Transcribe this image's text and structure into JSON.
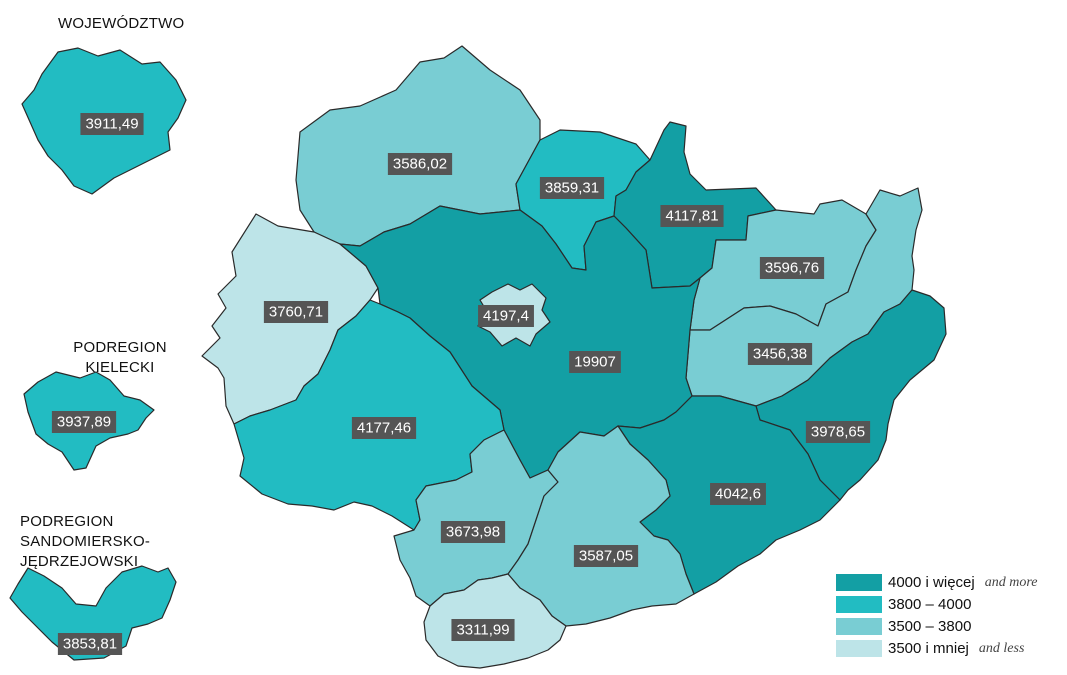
{
  "colors": {
    "class_4000_more": "#139fa4",
    "class_3800_4000": "#22bcc2",
    "class_3500_3800": "#79cdd3",
    "class_3500_less": "#bde4e8",
    "label_bg": "#555555"
  },
  "insets": [
    {
      "title": "WOJEWÓDZTWO",
      "value": "3911,49",
      "class": "class_3800_4000"
    },
    {
      "title": "PODREGION KIELECKI",
      "value": "3937,89",
      "class": "class_3800_4000"
    },
    {
      "title": "PODREGION SANDOMIERSKO-JĘDRZEJOWSKI",
      "value": "3853,81",
      "class": "class_3800_4000"
    }
  ],
  "regions": [
    {
      "value": "3586,02",
      "class": "class_3500_3800"
    },
    {
      "value": "3859,31",
      "class": "class_3800_4000"
    },
    {
      "value": "4117,81",
      "class": "class_4000_more"
    },
    {
      "value": "3596,76",
      "class": "class_3500_3800"
    },
    {
      "value": "3760,71",
      "class": "class_3500_3800"
    },
    {
      "value": "19907",
      "class": "class_3500_less"
    },
    {
      "value": "4197,4",
      "class": "class_4000_more"
    },
    {
      "value": "3456,38",
      "class": "class_3500_less"
    },
    {
      "value": "3978,65",
      "class": "class_3800_4000"
    },
    {
      "value": "4177,46",
      "class": "class_4000_more"
    },
    {
      "value": "4042,6",
      "class": "class_4000_more"
    },
    {
      "value": "3673,98",
      "class": "class_3500_3800"
    },
    {
      "value": "3587,05",
      "class": "class_3500_3800"
    },
    {
      "value": "3311,99",
      "class": "class_3500_less"
    }
  ],
  "legend": [
    {
      "pl": "4000 i więcej",
      "en": "and more",
      "class": "class_4000_more"
    },
    {
      "pl": "3800 – 4000",
      "en": "",
      "class": "class_3800_4000"
    },
    {
      "pl": "3500 – 3800",
      "en": "",
      "class": "class_3500_3800"
    },
    {
      "pl": "3500 i mniej",
      "en": "and less",
      "class": "class_3500_less"
    }
  ]
}
